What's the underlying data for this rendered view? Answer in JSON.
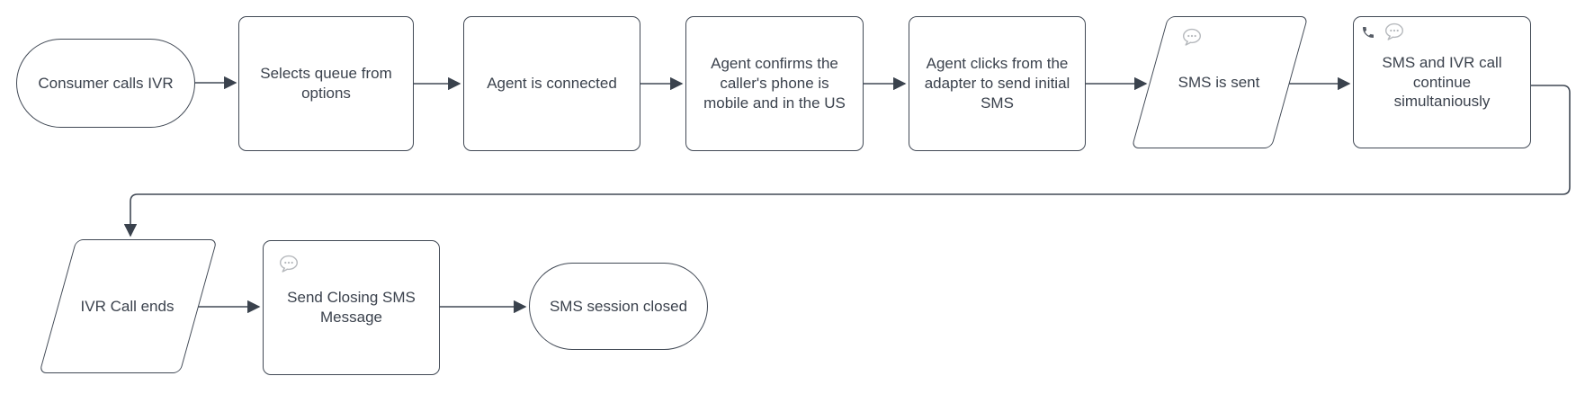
{
  "diagram": {
    "type": "flowchart",
    "background_color": "#ffffff",
    "stroke_color": "#414955",
    "text_color": "#3b424d",
    "arrow_color": "#3a424d",
    "chat_icon_color": "#b6b9bd",
    "phone_icon_color": "#565c66",
    "nodes": [
      {
        "id": "start",
        "shape": "terminator",
        "label": "Consumer calls IVR"
      },
      {
        "id": "selects-queue",
        "shape": "process",
        "label": "Selects queue from options"
      },
      {
        "id": "agent-connected",
        "shape": "process",
        "label": "Agent is connected"
      },
      {
        "id": "agent-confirms",
        "shape": "process",
        "label": "Agent confirms the caller's phone is mobile and in the US"
      },
      {
        "id": "agent-clicks",
        "shape": "process",
        "label": "Agent clicks from the adapter to send initial SMS"
      },
      {
        "id": "sms-sent",
        "shape": "data",
        "label": "SMS is sent",
        "icons": [
          "chat-bubble"
        ]
      },
      {
        "id": "sms-ivr-continue",
        "shape": "process",
        "label": "SMS and IVR call continue simultaniously",
        "icons": [
          "phone",
          "chat-bubble"
        ]
      },
      {
        "id": "ivr-call-ends",
        "shape": "data",
        "label": "IVR Call ends"
      },
      {
        "id": "send-closing-sms",
        "shape": "process",
        "label": "Send Closing SMS Message",
        "icons": [
          "chat-bubble"
        ]
      },
      {
        "id": "sms-session-closed",
        "shape": "terminator",
        "label": "SMS session closed"
      }
    ],
    "edges": [
      {
        "from": "start",
        "to": "selects-queue"
      },
      {
        "from": "selects-queue",
        "to": "agent-connected"
      },
      {
        "from": "agent-connected",
        "to": "agent-confirms"
      },
      {
        "from": "agent-confirms",
        "to": "agent-clicks"
      },
      {
        "from": "agent-clicks",
        "to": "sms-sent"
      },
      {
        "from": "sms-sent",
        "to": "sms-ivr-continue"
      },
      {
        "from": "sms-ivr-continue",
        "to": "ivr-call-ends"
      },
      {
        "from": "ivr-call-ends",
        "to": "send-closing-sms"
      },
      {
        "from": "send-closing-sms",
        "to": "sms-session-closed"
      }
    ]
  }
}
